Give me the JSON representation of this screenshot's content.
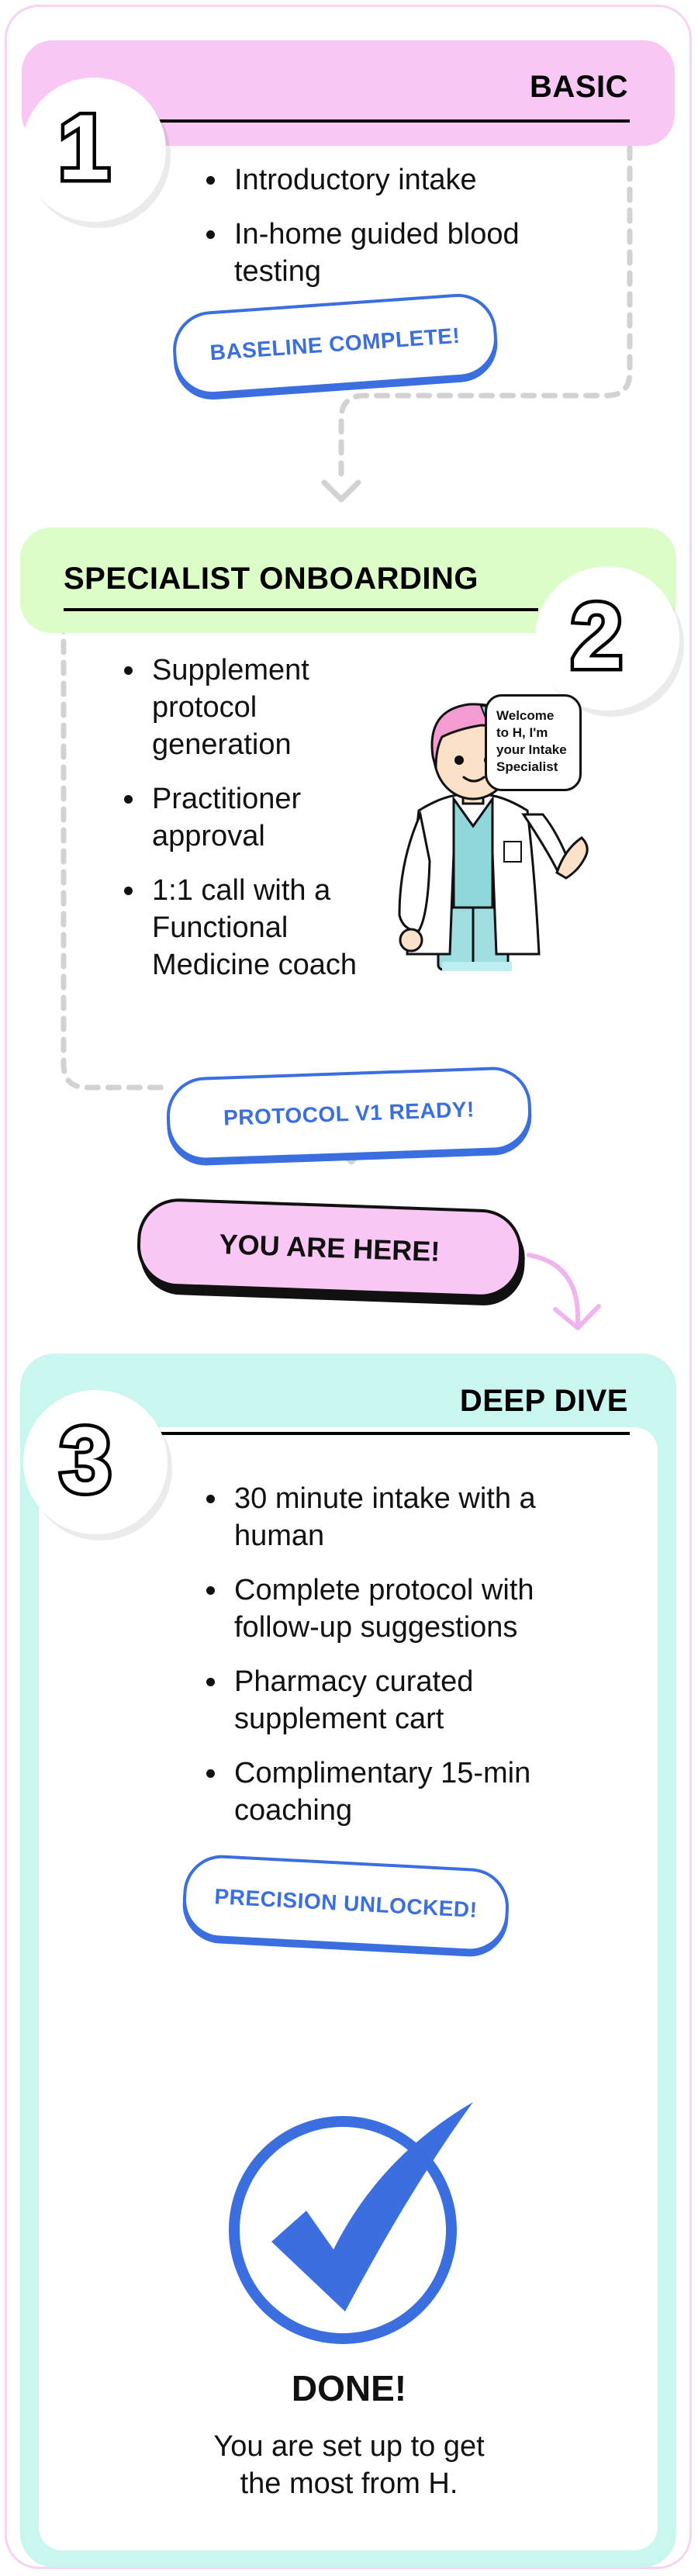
{
  "colors": {
    "pink": "#f8c7f3",
    "green": "#dcfcc8",
    "teal": "#c9f6ef",
    "blue": "#3b6fe0",
    "dash": "#d2d2d2"
  },
  "steps": [
    {
      "number": "1",
      "title": "BASIC",
      "items": [
        "Introductory intake",
        "In-home guided blood testing"
      ],
      "milestone": "BASELINE COMPLETE!"
    },
    {
      "number": "2",
      "title": "SPECIALIST ONBOARDING",
      "items": [
        "Supplement protocol generation",
        "Practitioner approval",
        "1:1 call with a Functional Medicine coach"
      ],
      "milestone": "PROTOCOL V1 READY!",
      "speech_bubble": "Welcome to H, I'm your Intake Specialist"
    },
    {
      "number": "3",
      "title": "DEEP DIVE",
      "items": [
        "30 minute intake with a human",
        "Complete protocol with follow-up suggestions",
        "Pharmacy curated supplement cart",
        "Complimentary 15-min coaching"
      ],
      "milestone": "PRECISION UNLOCKED!"
    }
  ],
  "current_marker": "YOU ARE HERE!",
  "done": {
    "title": "DONE!",
    "text": "You are set up to get the most from H."
  },
  "icons": [
    "checkmark-circle-icon",
    "chevron-down-icon",
    "curved-arrow-icon",
    "specialist-illustration"
  ]
}
